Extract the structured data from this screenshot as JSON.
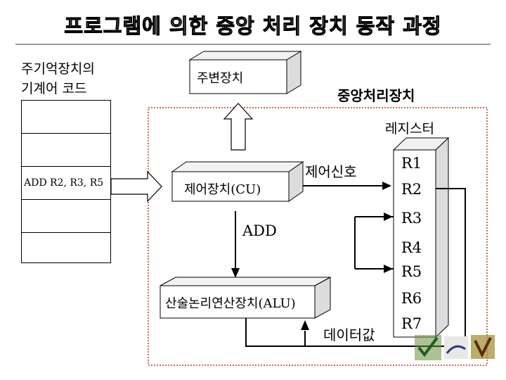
{
  "title": "프로그램에 의한 중앙 처리 장치 동작 과정",
  "memory": {
    "label_line1": "주기억장치의",
    "label_line2": "기계어 코드",
    "cells": [
      "",
      "",
      "ADD R2, R3, R5",
      "",
      ""
    ]
  },
  "peripheral": {
    "label": "주변장치"
  },
  "cpu": {
    "label": "중앙처리장치"
  },
  "registers": {
    "label": "레지스터",
    "items": [
      "R1",
      "R2",
      "R3",
      "R4",
      "R5",
      "R6",
      "R7"
    ]
  },
  "control_unit": {
    "label": "제어장치(CU)"
  },
  "control_signal": {
    "label": "제어신호"
  },
  "add_op": {
    "label": "ADD"
  },
  "alu": {
    "label": "산술논리연산장치(ALU)"
  },
  "data_value": {
    "label": "데이터값"
  },
  "colors": {
    "cpu_border": "#c0392b",
    "box_fill": "#ffffff",
    "box_side": "#e0e0e0"
  }
}
